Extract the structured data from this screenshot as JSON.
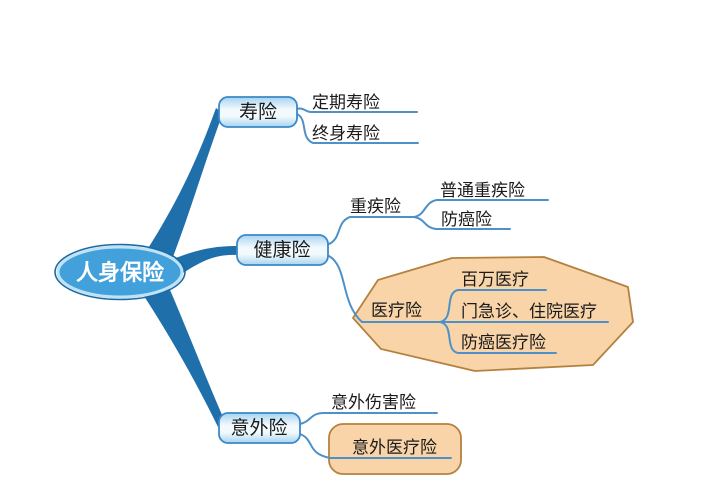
{
  "colors": {
    "root_fill": "#42a0da",
    "root_border": "#1b6aa2",
    "root_text": "#ffffff",
    "branch": "#1f6fab",
    "connector_line": "#4d91c8",
    "node_fill_light": "#a6d4f0",
    "node_border": "#3c88c8",
    "highlight_fill": "#f8d4a8",
    "highlight_border": "#b5813f",
    "text": "#1a1a1a"
  },
  "mindmap": {
    "root": {
      "label": "人身保险"
    },
    "branches": [
      {
        "label": "寿险",
        "children": [
          {
            "label": "定期寿险"
          },
          {
            "label": "终身寿险"
          }
        ]
      },
      {
        "label": "健康险",
        "children": [
          {
            "label": "重疾险",
            "children": [
              {
                "label": "普通重疾险"
              },
              {
                "label": "防癌险"
              }
            ]
          },
          {
            "label": "医疗险",
            "highlighted": true,
            "children": [
              {
                "label": "百万医疗"
              },
              {
                "label": "门急诊、住院医疗"
              },
              {
                "label": "防癌医疗险"
              }
            ]
          }
        ]
      },
      {
        "label": "意外险",
        "children": [
          {
            "label": "意外伤害险"
          },
          {
            "label": "意外医疗险",
            "highlighted": true
          }
        ]
      }
    ]
  }
}
